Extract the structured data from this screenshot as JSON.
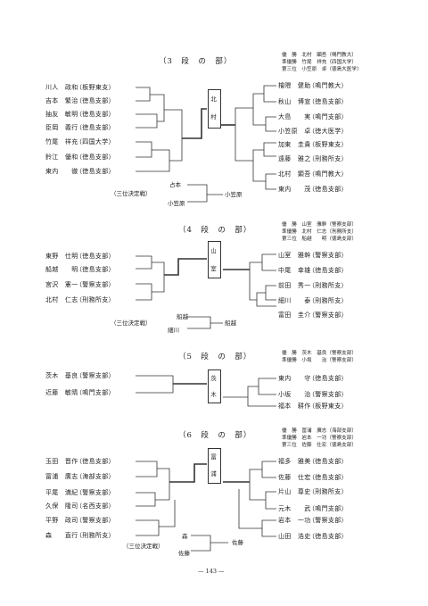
{
  "san": {
    "title": "（3　段　の　部）",
    "results": [
      {
        "rank": "優　勝",
        "winner": "北村　顕吾（鳴門教大）"
      },
      {
        "rank": "準優勝",
        "winner": "竹尾　祥充（四国大学）"
      },
      {
        "rank": "第三位",
        "winner": "小笠原　卓（徳島大医学）"
      }
    ],
    "left": [
      {
        "name": "川人　政和",
        "team": "（板野東支）"
      },
      {
        "name": "吉本　繁治",
        "team": "（徳島支部）"
      },
      {
        "name": "抽友　敏明",
        "team": "（徳島支部）"
      },
      {
        "name": "臣岡　義行",
        "team": "（徳島支部）"
      },
      {
        "name": "竹尾　祥充",
        "team": "（四国大学）"
      },
      {
        "name": "鈴江　優和",
        "team": "（徳島支部）"
      },
      {
        "name": "東内　　徹",
        "team": "（徳島支部）"
      }
    ],
    "right": [
      {
        "name": "檜隈　健助",
        "team": "（鳴門教大）"
      },
      {
        "name": "秋山　博宣",
        "team": "（徳島支部）"
      },
      {
        "name": "大島　　実",
        "team": "（鳴門支部）"
      },
      {
        "name": "小笠原　卓",
        "team": "（徳大医学）"
      },
      {
        "name": "加東　圭貴",
        "team": "（板野東支）"
      },
      {
        "name": "遠藤　雅之",
        "team": "（刑務所支）"
      },
      {
        "name": "北村　顕吾",
        "team": "（鳴門教大）"
      },
      {
        "name": "東内　　茂",
        "team": "（徳島支部）"
      }
    ],
    "winner_box": "北村",
    "third": {
      "label": "（三位決定戦）",
      "a": "占本",
      "b": "小笠原",
      "result": "小笠原"
    }
  },
  "yon": {
    "title": "（4　段　の　部）",
    "results": [
      {
        "rank": "優　勝",
        "winner": "山室　雅幹（警察支部）"
      },
      {
        "rank": "準優勝",
        "winner": "北村　仁志（刑務所支）"
      },
      {
        "rank": "第三位",
        "winner": "船越　　明（徳島支部）"
      }
    ],
    "left": [
      {
        "name": "東野　仕明",
        "team": "（徳島支部）"
      },
      {
        "name": "船越　　明",
        "team": "（徳島支部）"
      },
      {
        "name": "宮沢　憲一",
        "team": "（警察支部）"
      },
      {
        "name": "北村　仁志",
        "team": "（刑務所支）"
      }
    ],
    "right": [
      {
        "name": "山室　雅幹",
        "team": "（警察支部）"
      },
      {
        "name": "中尾　幸雄",
        "team": "（徳島支部）"
      },
      {
        "name": "前田　秀一",
        "team": "（刑務所支）"
      },
      {
        "name": "細川　　泰",
        "team": "（刑務所支）"
      },
      {
        "name": "富田　圭介",
        "team": "（警察支部）"
      }
    ],
    "winner_box": "山室",
    "third": {
      "label": "（三位決定戦）",
      "a": "船越",
      "b": "細川",
      "result": "船越"
    }
  },
  "go": {
    "title": "（5　段　の　部）",
    "results": [
      {
        "rank": "優　勝",
        "winner": "茨木　基良（警察支部）"
      },
      {
        "rank": "準優勝",
        "winner": "小坂　　治（警察支部）"
      }
    ],
    "left": [
      {
        "name": "茨木　基良",
        "team": "（警察支部）"
      },
      {
        "name": "近藤　敏晴",
        "team": "（鳴門支部）"
      }
    ],
    "right": [
      {
        "name": "東内　　守",
        "team": "（徳島支部）"
      },
      {
        "name": "小坂　　治",
        "team": "（警察支部）"
      },
      {
        "name": "福本　耕作",
        "team": "（板野東支）"
      }
    ],
    "winner_box": "茨木"
  },
  "roku": {
    "title": "（6　段　の　部）",
    "results": [
      {
        "rank": "優　勝",
        "winner": "冨浦　廣志（海部支部）"
      },
      {
        "rank": "準優勝",
        "winner": "岩本　一功（警察支部）"
      },
      {
        "rank": "第三位",
        "winner": "佐藤　仕宏（徳島支部）"
      }
    ],
    "left": [
      {
        "name": "玉田　晋作",
        "team": "（徳島支部）"
      },
      {
        "name": "冨浦　廣志",
        "team": "（海部支部）"
      },
      {
        "name": "平尾　満紀",
        "team": "（警察支部）"
      },
      {
        "name": "久保　隆司",
        "team": "（名西支部）"
      },
      {
        "name": "平野　政司",
        "team": "（警察支部）"
      },
      {
        "name": "森　　直行",
        "team": "（刑務所支）"
      }
    ],
    "right": [
      {
        "name": "福多　雅美",
        "team": "（徳島支部）"
      },
      {
        "name": "佐藤　仕宏",
        "team": "（徳島支部）"
      },
      {
        "name": "片山　尊史",
        "team": "（刑務所支）"
      },
      {
        "name": "元木　　武",
        "team": "（鳴門支部）"
      },
      {
        "name": "岩本　一功",
        "team": "（警察支部）"
      },
      {
        "name": "山田　浩史",
        "team": "（徳島支部）"
      }
    ],
    "winner_box": "冨浦",
    "third": {
      "label": "（三位決定戦）",
      "a": "森",
      "b": "佐藤",
      "result": "佐藤"
    }
  },
  "page_number": "— 143 —"
}
